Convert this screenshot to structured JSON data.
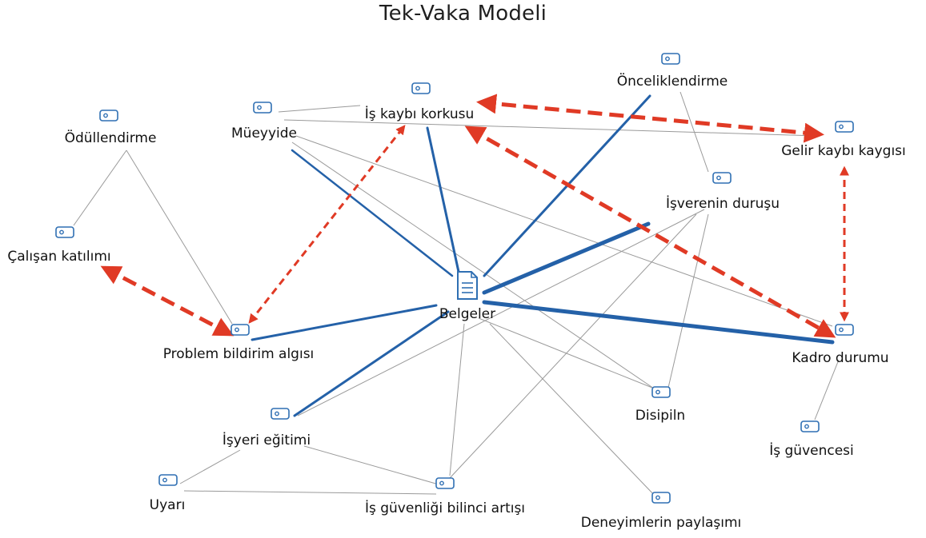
{
  "title": "Tek-Vaka Modeli",
  "colors": {
    "strong": "#2461a8",
    "weak": "#9a9a9a",
    "arrow": "#e03a25",
    "icon": "#2f6fb3"
  },
  "center": {
    "id": "belgeler",
    "label": "Belgeler",
    "icon": "document-icon"
  },
  "nodes": [
    {
      "id": "odullendirme",
      "label": "Ödüllendirme",
      "icon": "tag-icon"
    },
    {
      "id": "muyyide",
      "label": "Müeyyide",
      "icon": "tag-icon"
    },
    {
      "id": "is_kaybi",
      "label": "İş kaybı korkusu",
      "icon": "tag-icon"
    },
    {
      "id": "onceliklendirme",
      "label": "Önceliklendirme",
      "icon": "tag-icon"
    },
    {
      "id": "gelir",
      "label": "Gelir kaybı kaygısı",
      "icon": "tag-icon"
    },
    {
      "id": "isveren",
      "label": "İşverenin duruşu",
      "icon": "tag-icon"
    },
    {
      "id": "calisan",
      "label": "Çalışan katılımı",
      "icon": "tag-icon"
    },
    {
      "id": "problem",
      "label": "Problem bildirim algısı",
      "icon": "tag-icon"
    },
    {
      "id": "kadro",
      "label": "Kadro durumu",
      "icon": "tag-icon"
    },
    {
      "id": "disipiln",
      "label": "Disipiln",
      "icon": "tag-icon"
    },
    {
      "id": "isguvencesi",
      "label": "İş güvencesi",
      "icon": "tag-icon"
    },
    {
      "id": "isyeri",
      "label": "İşyeri eğitimi",
      "icon": "tag-icon"
    },
    {
      "id": "uyari",
      "label": "Uyarı",
      "icon": "tag-icon"
    },
    {
      "id": "isguvenligi",
      "label": "İş güvenliği bilinci artışı",
      "icon": "tag-icon"
    },
    {
      "id": "deneyim",
      "label": "Deneyimlerin paylaşımı",
      "icon": "tag-icon"
    }
  ],
  "edges": {
    "strong": [
      [
        "belgeler",
        "muyyide",
        2.5
      ],
      [
        "belgeler",
        "is_kaybi",
        3
      ],
      [
        "belgeler",
        "onceliklendirme",
        3
      ],
      [
        "belgeler",
        "isveren",
        5
      ],
      [
        "belgeler",
        "kadro",
        5
      ],
      [
        "belgeler",
        "problem",
        3
      ],
      [
        "belgeler",
        "isyeri",
        3
      ]
    ],
    "weak": [
      [
        "muyyide",
        "is_kaybi"
      ],
      [
        "muyyide",
        "gelir"
      ],
      [
        "muyyide",
        "disipiln"
      ],
      [
        "muyyide",
        "kadro"
      ],
      [
        "odullendirme",
        "calisan"
      ],
      [
        "odullendirme",
        "problem"
      ],
      [
        "onceliklendirme",
        "isveren"
      ],
      [
        "isveren",
        "disipiln"
      ],
      [
        "isveren",
        "isguvenligi"
      ],
      [
        "isveren",
        "isyeri"
      ],
      [
        "kadro",
        "isguvencesi"
      ],
      [
        "belgeler",
        "isguvenligi"
      ],
      [
        "belgeler",
        "deneyim"
      ],
      [
        "belgeler",
        "disipiln"
      ],
      [
        "isyeri",
        "uyari"
      ],
      [
        "isyeri",
        "isguvenligi"
      ],
      [
        "uyari",
        "isguvenligi"
      ]
    ],
    "arrows": [
      [
        "is_kaybi",
        "gelir",
        5
      ],
      [
        "is_kaybi",
        "kadro",
        5
      ],
      [
        "gelir",
        "kadro",
        3
      ],
      [
        "calisan",
        "problem",
        5
      ],
      [
        "problem",
        "is_kaybi",
        3
      ]
    ]
  }
}
